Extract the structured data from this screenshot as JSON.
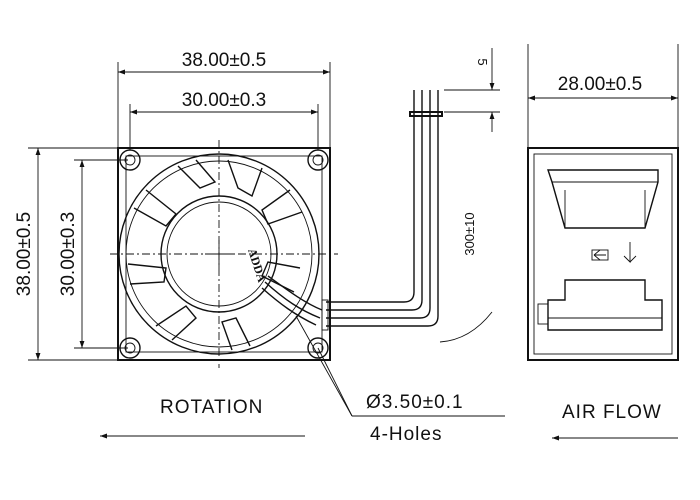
{
  "front_view": {
    "overall_width": "38.00±0.5",
    "hole_spacing_width": "30.00±0.3",
    "overall_height": "38.00±0.5",
    "hole_spacing_height": "30.00±0.3",
    "brand": "ADDA"
  },
  "wires": {
    "length": "300±10",
    "strip_length": "5"
  },
  "holes": {
    "diameter": "Ø3.50±0.1",
    "count": "4-Holes"
  },
  "side_view": {
    "depth": "28.00±0.5"
  },
  "labels": {
    "rotation": "ROTATION",
    "air_flow": "AIR FLOW"
  }
}
